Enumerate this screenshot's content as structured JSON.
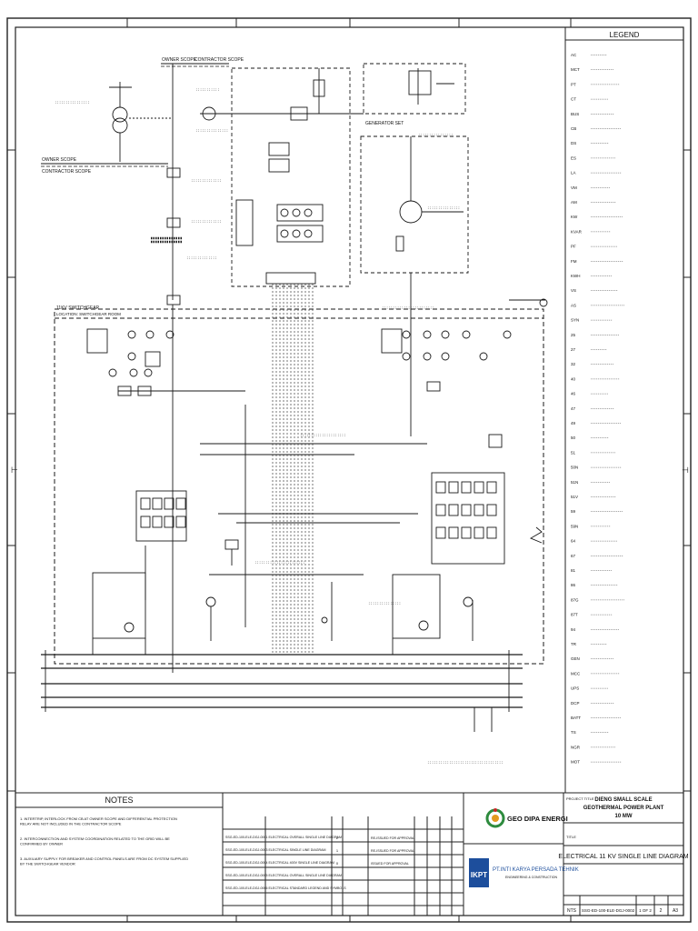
{
  "owner": {
    "name": "GEO DIPA ENERGI",
    "brand_color": "#2e8b3e"
  },
  "contractor": {
    "name": "PT.INTI KARYA PERSADA TEHNIK",
    "subtitle": "ENGINEERING & CONSTRUCTION",
    "logo_text": "IKPT",
    "brand_color": "#1d4e9c"
  },
  "project": {
    "label": "PROJECT TITLE",
    "line1": "DIENG SMALL SCALE",
    "line2": "GEOTHERMAL POWER PLANT",
    "line3": "10 MW"
  },
  "drawing": {
    "title_label": "TITLE",
    "title": "ELECTRICAL 11 KV SINGLE LINE DIAGRAM",
    "scale": "NTS",
    "number": "SSG-ED-100-ELE-DGJ-0002",
    "sheet": "1 OF 2",
    "rev": "2",
    "size": "A3"
  },
  "legend": {
    "title": "LEGEND",
    "items": [
      "AC",
      "MCT",
      "PT",
      "CT",
      "BUS",
      "CB",
      "DS",
      "ES",
      "LA",
      "VM",
      "AM",
      "KW",
      "KVAR",
      "PF",
      "FM",
      "KWH",
      "VS",
      "AS",
      "SYN",
      "25",
      "27",
      "32",
      "40",
      "46",
      "47",
      "49",
      "50",
      "51",
      "50N",
      "51N",
      "51V",
      "59",
      "59N",
      "64",
      "67",
      "81",
      "86",
      "87G",
      "87T",
      "94",
      "TR",
      "GEN",
      "MCC",
      "UPS",
      "DCP",
      "BATT",
      "TS",
      "NGR",
      "MOT"
    ]
  },
  "notes": {
    "title": "NOTES",
    "items": [
      "1. INTERTRIP, INTERLOCK FROM CB AT OWNER SCOPE AND DIFFERENTIAL PROTECTION RELAY ARE NOT INCLUDED IN THE CONTRACTOR SCOPE",
      "2. INTERCONNECTION AND SYSTEM COORDINATION RELATED TO THE GRID WILL BE CONFIRMED BY OWNER",
      "3. AUXILIARY SUPPLY FOR BREAKER AND CONTROL PANELS ARE FROM DC SYSTEM SUPPLIED BY THE SWITCHGEAR VENDOR"
    ]
  },
  "scope_labels": {
    "owner": "OWNER SCOPE",
    "contractor": "CONTRACTOR SCOPE"
  },
  "buses": {
    "mv_switchgear": "11KV SWITCHGEAR",
    "location": "LOCATION: SWITCHGEAR ROOM",
    "gen": "GENERATOR SET"
  },
  "references": [
    "SSG-ED-100-ELE-DGJ-0001  ELECTRICAL OVERALL SINGLE LINE DIAGRAM",
    "SSG-ED-100-ELE-DGJ-0003  ELECTRICAL SINGLE LINE DIAGRAM",
    "SSG-ED-100-ELE-DGJ-0004  ELECTRICAL 400V SINGLE LINE DIAGRAM",
    "SSG-ED-100-ELE-DGJ-0005  ELECTRICAL OVERALL SINGLE LINE DIAGRAM",
    "SSG-ED-100-ELE-DGJ-0006  ELECTRICAL STANDARD LEGEND AND SYMBOLS"
  ],
  "revisions": [
    {
      "rev": "2",
      "desc": "RE-ISSUED FOR APPROVAL"
    },
    {
      "rev": "1",
      "desc": "RE-ISSUED FOR APPROVAL"
    },
    {
      "rev": "0",
      "desc": "ISSUED FOR APPROVAL"
    }
  ]
}
